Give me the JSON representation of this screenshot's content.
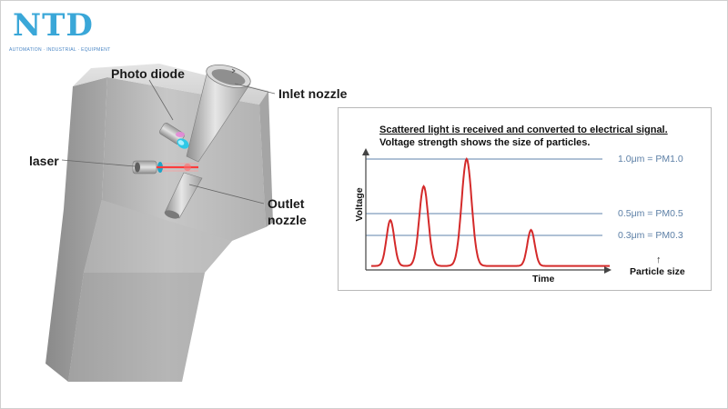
{
  "logo": {
    "text": "NTD",
    "tagline": "AUTOMATION · INDUSTRIAL · EQUIPMENT",
    "color": "#3aa7d8"
  },
  "sensor": {
    "label_photo_diode": "Photo diode",
    "label_inlet_nozzle": "Inlet nozzle",
    "label_laser": "laser",
    "label_outlet_nozzle_line1": "Outlet",
    "label_outlet_nozzle_line2": "nozzle"
  },
  "graph": {
    "title": "Scattered light is received and converted to electrical signal.",
    "subtitle": "Voltage strength shows the size of particles.",
    "ylabel": "Voltage",
    "xlabel": "Time",
    "size_arrow": "↑",
    "size_label": "Particle size",
    "levels": [
      {
        "label": "1.0μm = PM1.0",
        "value": 1.0
      },
      {
        "label": "0.5μm = PM0.5",
        "value": 0.5
      },
      {
        "label": "0.3μm = PM0.3",
        "value": 0.3
      }
    ],
    "pulses": [
      {
        "t": 0.08,
        "height": 0.42
      },
      {
        "t": 0.22,
        "height": 0.73
      },
      {
        "t": 0.4,
        "height": 0.98
      },
      {
        "t": 0.67,
        "height": 0.33
      }
    ],
    "colors": {
      "pulse": "#d42a2a",
      "level_line": "#7f9cbc",
      "axis": "#444444"
    }
  }
}
